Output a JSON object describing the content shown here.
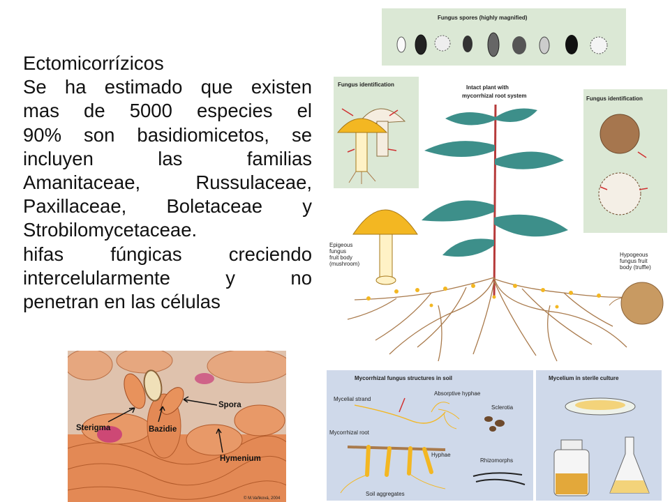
{
  "text_block": {
    "title": "Ectomicorrízicos",
    "lines": [
      "Se ha estimado que existen",
      "mas de 5000 especies el",
      "90% son basidiomicetos, se",
      "incluyen las familias",
      "Amanitaceae, Russulaceae,",
      "Paxillaceae, Boletaceae y",
      "Strobilomycetaceae.",
      "hifas fúngicas creciendo",
      "intercelularmente y no",
      "penetran en las células"
    ]
  },
  "spores_panel": {
    "title": "Fungus spores (highly magnified)"
  },
  "plant_diagram": {
    "top_label_line1": "Intact plant with",
    "top_label_line2": "mycorrhizal root system",
    "left_inset_title": "Fungus identification",
    "right_inset_title": "Fungus identification",
    "epigeous_label": [
      "Epigeous",
      "fungus",
      "fruit body",
      "(mushroom)"
    ],
    "hypogeous_label": [
      "Hypogeous",
      "fungus fruit",
      "body (truffle)"
    ]
  },
  "soil_panel": {
    "title": "Mycorrhizal fungus structures in soil",
    "mycelial_strand": "Mycelial strand",
    "absorptive_hyphae": "Absorptive hyphae",
    "sclerotia": "Sclerotia",
    "mycorrhizal_root": "Mycorrhizal root",
    "hyphae": "Hyphae",
    "rhizomorphs": "Rhizomorphs",
    "soil_aggregates": "Soil aggregates"
  },
  "culture_panel": {
    "title": "Mycelium in sterile culture"
  },
  "micrograph": {
    "labels": {
      "spora": "Spora",
      "sterigma": "Sterigma",
      "bazidie": "Bazidie",
      "hymenium": "Hymenium"
    },
    "credit": "© M.Vaňková, 2004"
  },
  "colors": {
    "panel_bg": "#dbe8d5",
    "soil_panel_bg": "#cfd9ea",
    "mushroom_cap": "#f3b722",
    "root": "#a97a4c",
    "leaf": "#3d8f8a"
  }
}
